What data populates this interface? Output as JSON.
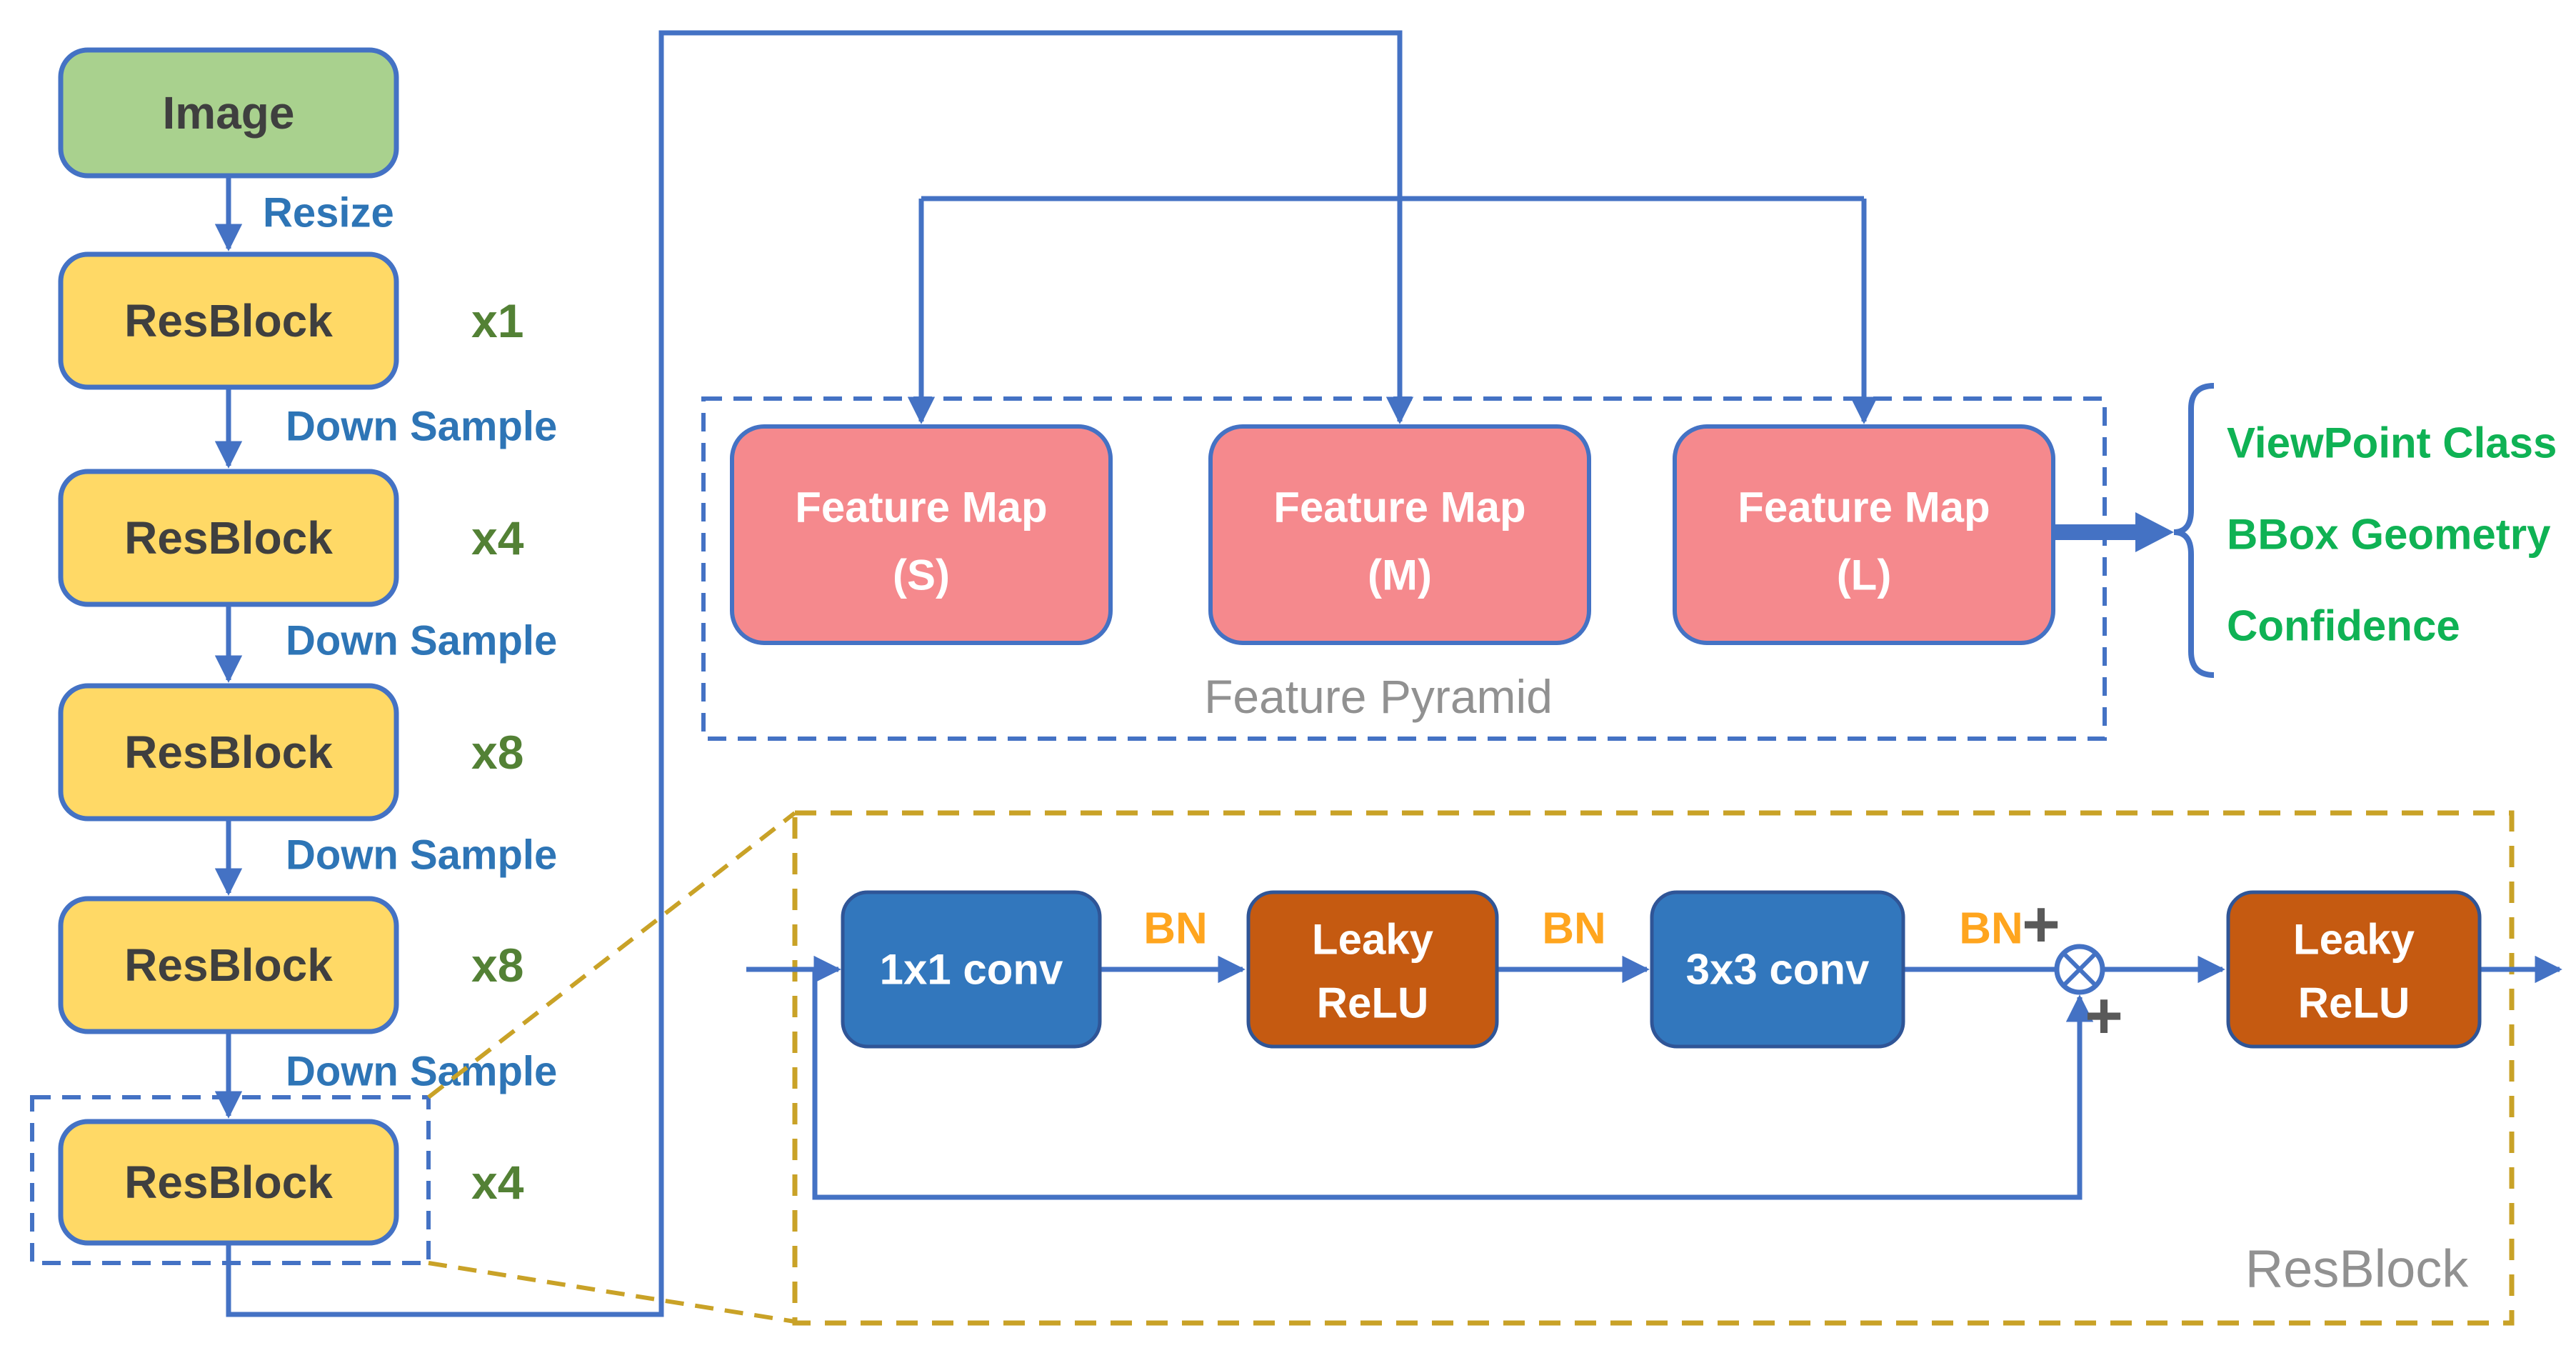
{
  "colors": {
    "line_blue": "#4472C4",
    "detail_border_blue": "#2F5597",
    "input_green_fill": "#A9D18E",
    "resblock_yellow_fill": "#FFD966",
    "feature_map_pink_fill": "#F5898D",
    "conv_blue_fill": "#3277BD",
    "relu_orange_fill": "#C55A11",
    "node_text_dark": "#3F3F3F",
    "edge_label_blue": "#2E75B6",
    "multiplier_green": "#538135",
    "output_green": "#0FB254",
    "bn_orange": "#FFA51E",
    "gray_label": "#919191",
    "plus_gray": "#595959",
    "gold_dash": "#C9A227"
  },
  "backbone": {
    "input_label": "Image",
    "resize_label": "Resize",
    "downsample_label": "Down Sample",
    "blocks": [
      {
        "label": "ResBlock",
        "mult": "x1"
      },
      {
        "label": "ResBlock",
        "mult": "x4"
      },
      {
        "label": "ResBlock",
        "mult": "x8"
      },
      {
        "label": "ResBlock",
        "mult": "x8"
      },
      {
        "label": "ResBlock",
        "mult": "x4"
      }
    ]
  },
  "feature_pyramid": {
    "title": "Feature Pyramid",
    "maps": [
      {
        "name": "Feature Map",
        "size": "(S)"
      },
      {
        "name": "Feature Map",
        "size": "(M)"
      },
      {
        "name": "Feature Map",
        "size": "(L)"
      }
    ]
  },
  "outputs": {
    "items": [
      {
        "label": "ViewPoint Class"
      },
      {
        "label": "BBox Geometry"
      },
      {
        "label": "Confidence"
      }
    ]
  },
  "resblock_detail": {
    "title": "ResBlock",
    "bn": "BN",
    "plus": "+",
    "conv1": "1x1 conv",
    "conv2": "3x3 conv",
    "relu_line1": "Leaky",
    "relu_line2": "ReLU"
  }
}
